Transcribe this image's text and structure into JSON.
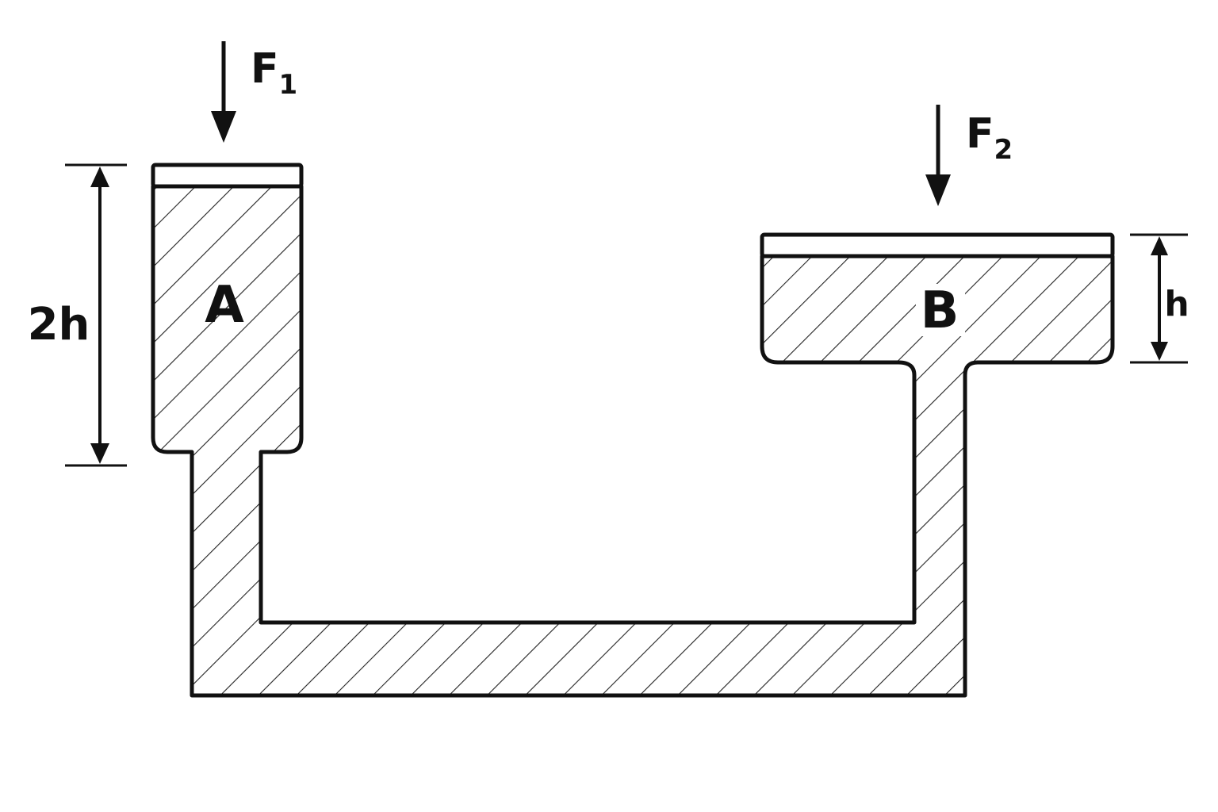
{
  "labels": {
    "left_vessel": "A",
    "right_vessel": "B",
    "left_height": "2h",
    "right_height": "h"
  },
  "forces": {
    "left": {
      "symbol": "F",
      "subscript": "1"
    },
    "right": {
      "symbol": "F",
      "subscript": "2"
    }
  },
  "colors": {
    "line": "#111111",
    "background": "#ffffff"
  }
}
